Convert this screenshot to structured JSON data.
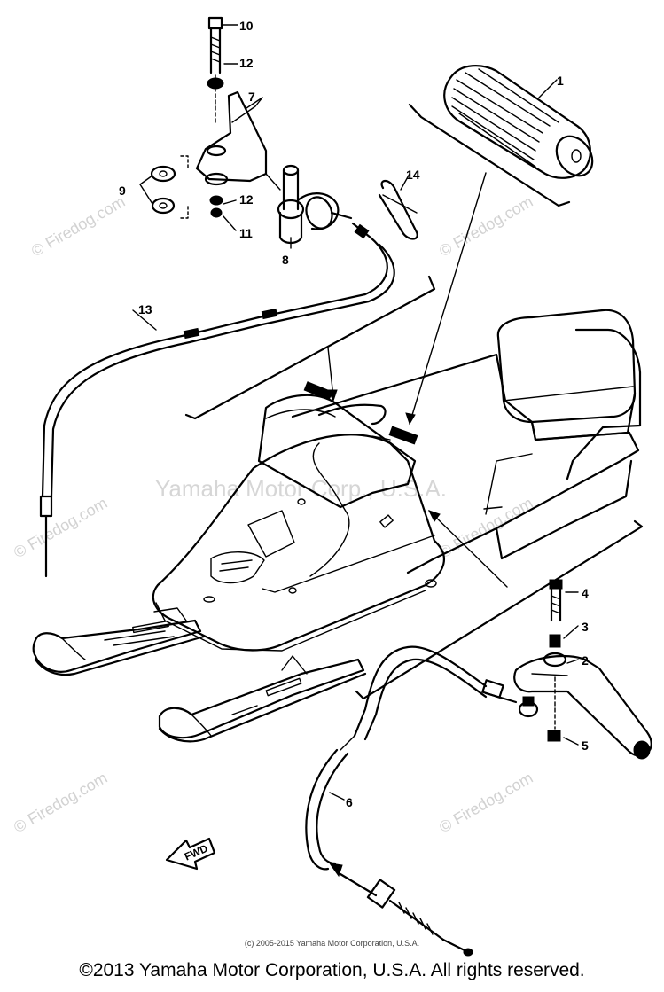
{
  "callouts": {
    "c1": "1",
    "c2": "2",
    "c3": "3",
    "c4": "4",
    "c5": "5",
    "c6": "6",
    "c7": "7",
    "c8": "8",
    "c9": "9",
    "c10": "10",
    "c11": "11",
    "c12a": "12",
    "c12b": "12",
    "c13": "13",
    "c14": "14"
  },
  "watermarks": {
    "firedog": "© Firedog.com",
    "yamaha": "Yamaha Motor Corp., U.S.A."
  },
  "forward_label": "FWD",
  "small_copyright": "(c) 2005-2015 Yamaha Motor Corporation, U.S.A.",
  "copyright": "©2013 Yamaha Motor Corporation, U.S.A. All rights reserved."
}
